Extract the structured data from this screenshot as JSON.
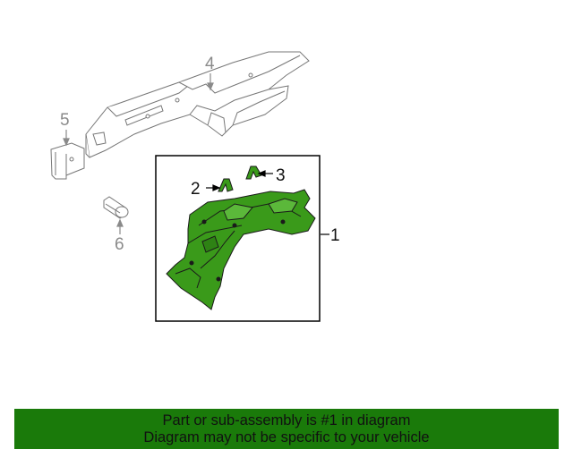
{
  "callouts": {
    "part1": "1",
    "part2": "2",
    "part3": "3",
    "part4": "4",
    "part5": "5",
    "part6": "6"
  },
  "banner": {
    "line1": "Part or sub-assembly is #1 in diagram",
    "line2": "Diagram may not be specific to your vehicle",
    "color": "#1a7a0a"
  },
  "colors": {
    "highlight_part": "#3a9a1a",
    "outline": "#1a1a1a",
    "grey_parts": "#9a9a9a"
  }
}
